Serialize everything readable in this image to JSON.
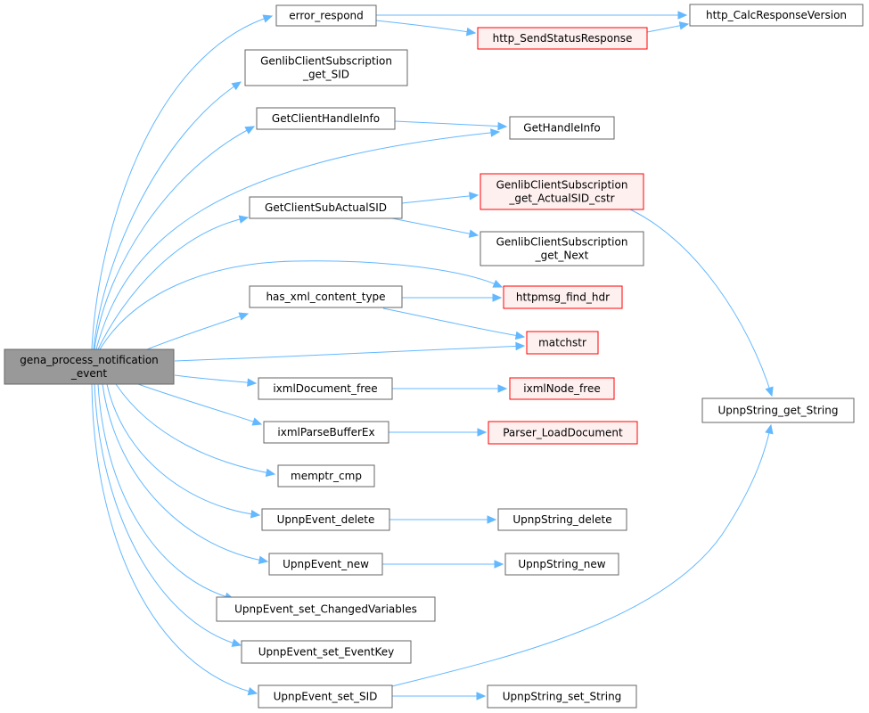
{
  "graph": {
    "nodes": [
      {
        "id": "gena",
        "lines": [
          "gena_process_notification",
          "_event"
        ],
        "style": "root"
      },
      {
        "id": "error_respond",
        "lines": [
          "error_respond"
        ],
        "style": "normal"
      },
      {
        "id": "http_SendStatusResponse",
        "lines": [
          "http_SendStatusResponse"
        ],
        "style": "truncated"
      },
      {
        "id": "http_CalcResponseVersion",
        "lines": [
          "http_CalcResponseVersion"
        ],
        "style": "normal"
      },
      {
        "id": "GenlibClientSubscription_get_SID",
        "lines": [
          "GenlibClientSubscription",
          "_get_SID"
        ],
        "style": "normal"
      },
      {
        "id": "GetClientHandleInfo",
        "lines": [
          "GetClientHandleInfo"
        ],
        "style": "normal"
      },
      {
        "id": "GetHandleInfo",
        "lines": [
          "GetHandleInfo"
        ],
        "style": "normal"
      },
      {
        "id": "GetClientSubActualSID",
        "lines": [
          "GetClientSubActualSID"
        ],
        "style": "normal"
      },
      {
        "id": "GenlibClientSubscription_get_ActualSID_cstr",
        "lines": [
          "GenlibClientSubscription",
          "_get_ActualSID_cstr"
        ],
        "style": "truncated"
      },
      {
        "id": "GenlibClientSubscription_get_Next",
        "lines": [
          "GenlibClientSubscription",
          "_get_Next"
        ],
        "style": "normal"
      },
      {
        "id": "has_xml_content_type",
        "lines": [
          "has_xml_content_type"
        ],
        "style": "normal"
      },
      {
        "id": "httpmsg_find_hdr",
        "lines": [
          "httpmsg_find_hdr"
        ],
        "style": "truncated"
      },
      {
        "id": "matchstr",
        "lines": [
          "matchstr"
        ],
        "style": "truncated"
      },
      {
        "id": "UpnpString_get_String",
        "lines": [
          "UpnpString_get_String"
        ],
        "style": "normal"
      },
      {
        "id": "ixmlDocument_free",
        "lines": [
          "ixmlDocument_free"
        ],
        "style": "normal"
      },
      {
        "id": "ixmlNode_free",
        "lines": [
          "ixmlNode_free"
        ],
        "style": "truncated"
      },
      {
        "id": "ixmlParseBufferEx",
        "lines": [
          "ixmlParseBufferEx"
        ],
        "style": "normal"
      },
      {
        "id": "Parser_LoadDocument",
        "lines": [
          "Parser_LoadDocument"
        ],
        "style": "truncated"
      },
      {
        "id": "memptr_cmp",
        "lines": [
          "memptr_cmp"
        ],
        "style": "normal"
      },
      {
        "id": "UpnpEvent_delete",
        "lines": [
          "UpnpEvent_delete"
        ],
        "style": "normal"
      },
      {
        "id": "UpnpString_delete",
        "lines": [
          "UpnpString_delete"
        ],
        "style": "normal"
      },
      {
        "id": "UpnpEvent_new",
        "lines": [
          "UpnpEvent_new"
        ],
        "style": "normal"
      },
      {
        "id": "UpnpString_new",
        "lines": [
          "UpnpString_new"
        ],
        "style": "normal"
      },
      {
        "id": "UpnpEvent_set_ChangedVariables",
        "lines": [
          "UpnpEvent_set_ChangedVariables"
        ],
        "style": "normal"
      },
      {
        "id": "UpnpEvent_set_EventKey",
        "lines": [
          "UpnpEvent_set_EventKey"
        ],
        "style": "normal"
      },
      {
        "id": "UpnpEvent_set_SID",
        "lines": [
          "UpnpEvent_set_SID"
        ],
        "style": "normal"
      },
      {
        "id": "UpnpString_set_String",
        "lines": [
          "UpnpString_set_String"
        ],
        "style": "normal"
      }
    ],
    "edges": [
      {
        "from": "gena",
        "to": "error_respond"
      },
      {
        "from": "gena",
        "to": "GenlibClientSubscription_get_SID"
      },
      {
        "from": "gena",
        "to": "GetClientHandleInfo"
      },
      {
        "from": "gena",
        "to": "GetHandleInfo"
      },
      {
        "from": "gena",
        "to": "GetClientSubActualSID"
      },
      {
        "from": "gena",
        "to": "httpmsg_find_hdr"
      },
      {
        "from": "gena",
        "to": "has_xml_content_type"
      },
      {
        "from": "gena",
        "to": "matchstr"
      },
      {
        "from": "gena",
        "to": "ixmlDocument_free"
      },
      {
        "from": "gena",
        "to": "ixmlParseBufferEx"
      },
      {
        "from": "gena",
        "to": "memptr_cmp"
      },
      {
        "from": "gena",
        "to": "UpnpEvent_delete"
      },
      {
        "from": "gena",
        "to": "UpnpEvent_new"
      },
      {
        "from": "gena",
        "to": "UpnpEvent_set_ChangedVariables"
      },
      {
        "from": "gena",
        "to": "UpnpEvent_set_EventKey"
      },
      {
        "from": "gena",
        "to": "UpnpEvent_set_SID"
      },
      {
        "from": "error_respond",
        "to": "http_CalcResponseVersion"
      },
      {
        "from": "error_respond",
        "to": "http_SendStatusResponse"
      },
      {
        "from": "http_SendStatusResponse",
        "to": "http_CalcResponseVersion"
      },
      {
        "from": "GetClientHandleInfo",
        "to": "GetHandleInfo"
      },
      {
        "from": "GetClientSubActualSID",
        "to": "GenlibClientSubscription_get_ActualSID_cstr"
      },
      {
        "from": "GetClientSubActualSID",
        "to": "GenlibClientSubscription_get_Next"
      },
      {
        "from": "GenlibClientSubscription_get_ActualSID_cstr",
        "to": "UpnpString_get_String"
      },
      {
        "from": "has_xml_content_type",
        "to": "httpmsg_find_hdr"
      },
      {
        "from": "has_xml_content_type",
        "to": "matchstr"
      },
      {
        "from": "ixmlDocument_free",
        "to": "ixmlNode_free"
      },
      {
        "from": "ixmlParseBufferEx",
        "to": "Parser_LoadDocument"
      },
      {
        "from": "UpnpEvent_delete",
        "to": "UpnpString_delete"
      },
      {
        "from": "UpnpEvent_new",
        "to": "UpnpString_new"
      },
      {
        "from": "UpnpEvent_set_SID",
        "to": "UpnpString_get_String"
      },
      {
        "from": "UpnpEvent_set_SID",
        "to": "UpnpString_set_String"
      }
    ],
    "colors": {
      "edge": "#63b8ff",
      "root_fill": "#999999",
      "truncated_border": "#ff0000",
      "truncated_fill": "#fff0f0",
      "node_border": "#666666"
    }
  }
}
